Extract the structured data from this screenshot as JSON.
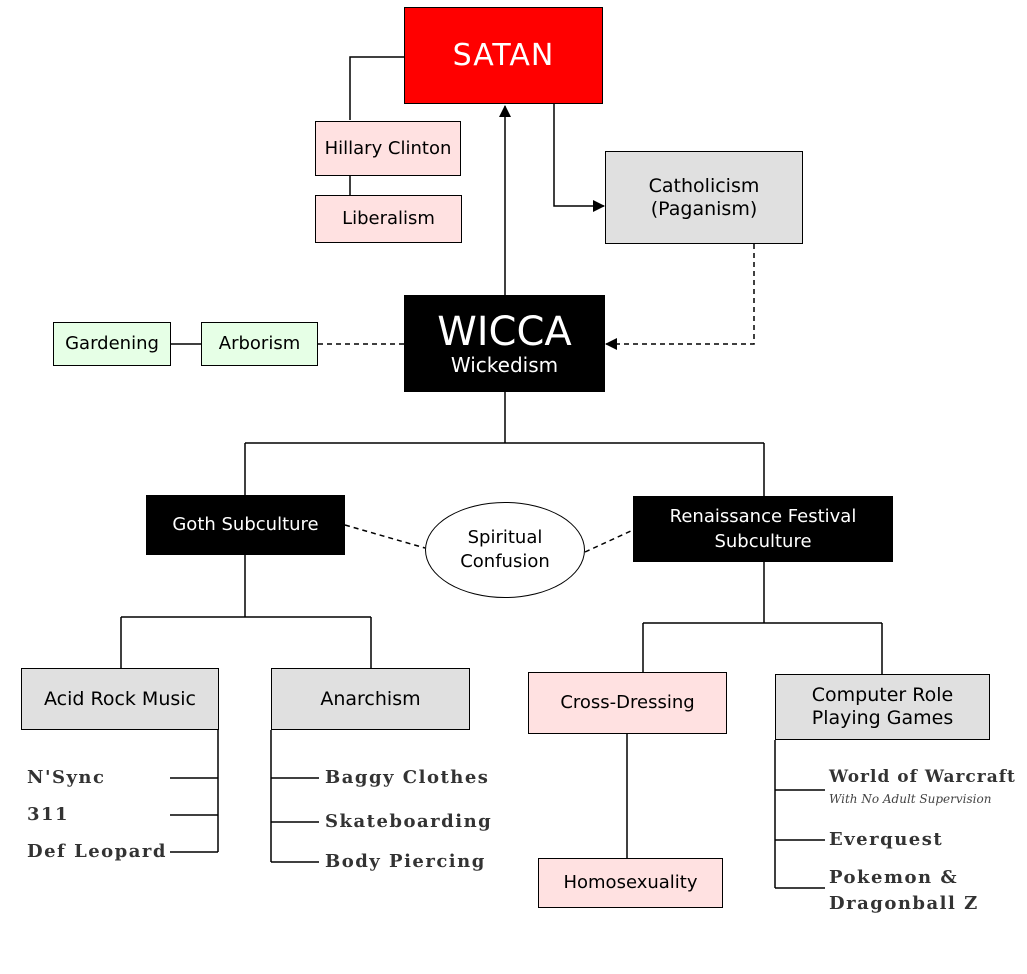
{
  "nodes": {
    "satan": "SATAN",
    "hillary": "Hillary Clinton",
    "liberalism": "Liberalism",
    "catholicism": "Catholicism",
    "paganism": "(Paganism)",
    "wicca": "WICCA",
    "wickedism": "Wickedism",
    "gardening": "Gardening",
    "arborism": "Arborism",
    "goth": "Goth Subculture",
    "spiritual": "Spiritual",
    "confusion": "Confusion",
    "renaissance1": "Renaissance Festival",
    "renaissance2": "Subculture",
    "acid_rock": "Acid Rock Music",
    "anarchism": "Anarchism",
    "cross_dressing": "Cross-Dressing",
    "homosexuality": "Homosexuality",
    "crpg1": "Computer Role",
    "crpg2": "Playing Games"
  },
  "leaves": {
    "acid_rock": [
      "N'Sync",
      "311",
      "Def Leopard"
    ],
    "anarchism": [
      "Baggy Clothes",
      "Skateboarding",
      "Body Piercing"
    ],
    "games": {
      "wow": "World of Warcraft",
      "wow_note": "With No Adult Supervision",
      "everquest": "Everquest",
      "pokemon1": "Pokemon &",
      "pokemon2": "Dragonball Z"
    }
  },
  "colors": {
    "red": "#ff0000",
    "pink": "#ffe1e1",
    "grey": "#e0e0e0",
    "green": "#e6ffe6",
    "black": "#000000"
  }
}
